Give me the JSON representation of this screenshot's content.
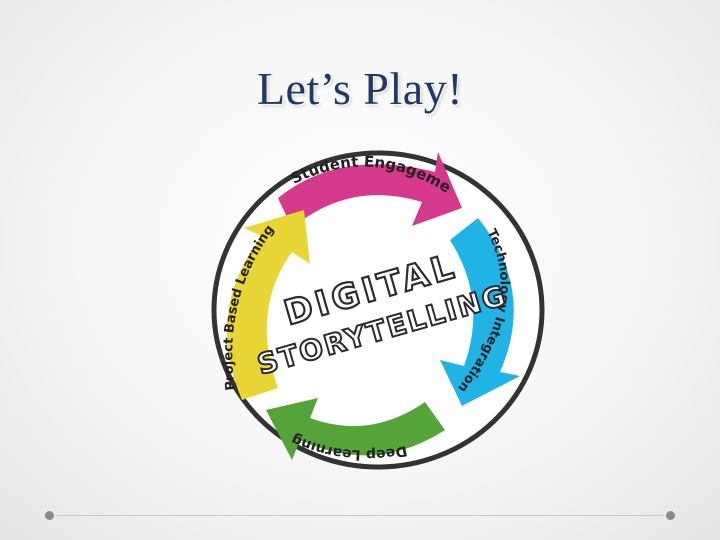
{
  "slide": {
    "title": "Let’s Play!"
  },
  "diagram": {
    "center_line1": "DIGITAL",
    "center_line2": "STORYTELLING",
    "segments": [
      {
        "label": "Student Engagement",
        "color": "#d6398c"
      },
      {
        "label": "Technology Integration",
        "color": "#20b3e6"
      },
      {
        "label": "Deep Learning",
        "color": "#55a43a"
      },
      {
        "label": "Project Based Learning",
        "color": "#e9d635"
      }
    ]
  }
}
